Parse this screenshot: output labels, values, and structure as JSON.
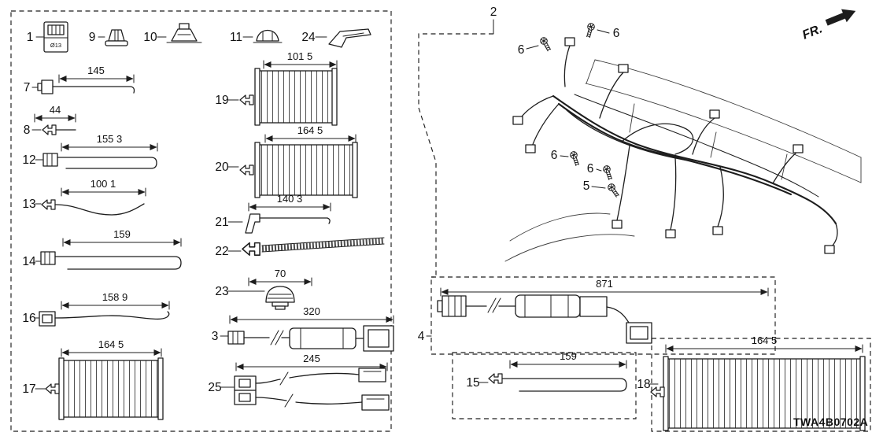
{
  "meta": {
    "diagram_code": "TWA4B0702A",
    "direction_label": "FR."
  },
  "parts": {
    "p1": {
      "ref": "1",
      "note": "Ø13"
    },
    "p2": {
      "ref": "2"
    },
    "p3": {
      "ref": "3",
      "dim": "320"
    },
    "p4": {
      "ref": "4",
      "dim": "871"
    },
    "p5": {
      "ref": "5"
    },
    "p6": {
      "ref": "6"
    },
    "p7": {
      "ref": "7",
      "dim": "145"
    },
    "p8": {
      "ref": "8",
      "dim": "44"
    },
    "p9": {
      "ref": "9"
    },
    "p10": {
      "ref": "10"
    },
    "p11": {
      "ref": "11"
    },
    "p12": {
      "ref": "12",
      "dim": "155 3"
    },
    "p13": {
      "ref": "13",
      "dim": "100 1"
    },
    "p14": {
      "ref": "14",
      "dim": "159"
    },
    "p15": {
      "ref": "15",
      "dim": "159"
    },
    "p16": {
      "ref": "16",
      "dim": "158 9"
    },
    "p17": {
      "ref": "17",
      "dim": "164 5"
    },
    "p18": {
      "ref": "18",
      "dim": "164 5"
    },
    "p19": {
      "ref": "19",
      "dim": "101 5"
    },
    "p20": {
      "ref": "20",
      "dim": "164 5"
    },
    "p21": {
      "ref": "21",
      "dim": "140 3"
    },
    "p22": {
      "ref": "22"
    },
    "p23": {
      "ref": "23",
      "dim": "70"
    },
    "p24": {
      "ref": "24"
    },
    "p25": {
      "ref": "25",
      "dim": "245"
    }
  }
}
